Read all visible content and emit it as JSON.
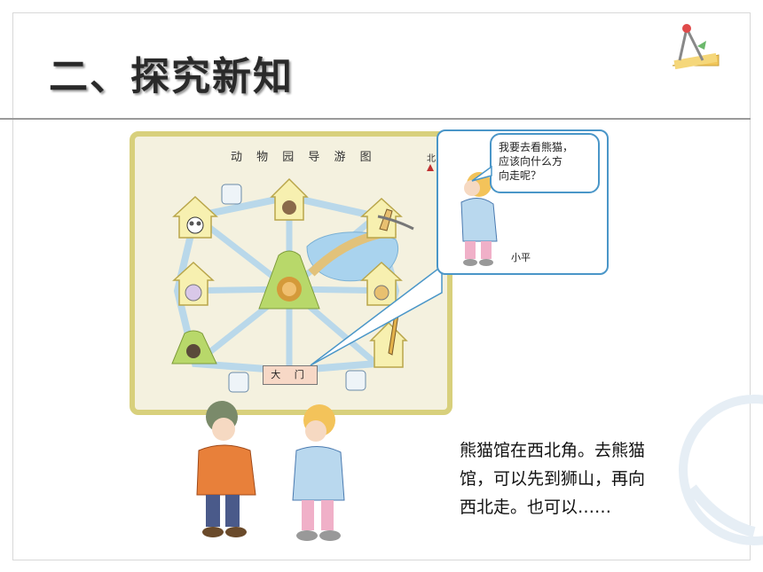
{
  "slide": {
    "title": "二、探究新知"
  },
  "map": {
    "title": "动 物 园 导 游 图",
    "north_label": "北",
    "gate_label": "大 门"
  },
  "character_bubble": {
    "speech_lines": [
      "我要去看熊猫，",
      "应该向什么方",
      "向走呢？"
    ],
    "name": "小平"
  },
  "answer_text": {
    "lines": [
      "熊猫馆在西北角。去熊猫",
      "馆，可以先到狮山，再向",
      "西北走。也可以……"
    ]
  },
  "colors": {
    "map_border": "#d8d07c",
    "map_bg": "#f4f1df",
    "path": "#b9d8ea",
    "house_fill": "#f7f0b0",
    "bubble_border": "#4a96c8",
    "title_shadow": "#9a9a9a"
  }
}
